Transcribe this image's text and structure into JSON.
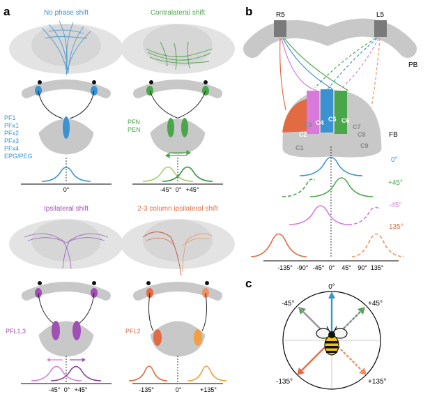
{
  "colors": {
    "blue": "#3a93d0",
    "green": "#4aa64a",
    "purple": "#a04fb5",
    "pink": "#d77ad9",
    "orange": "#e26b43",
    "orange_light": "#f19062",
    "gray_block": "#c8c8c8",
    "dark_block": "#7a7a7a",
    "brain": "#e3e3e3"
  },
  "panel_a": {
    "label": "a",
    "subpanels": [
      {
        "title": "No phase shift",
        "color": "#3a93d0",
        "neurons": [
          "PF1",
          "PFx1",
          "PFx2",
          "PFx3",
          "PFx4",
          "EPG/PEG"
        ],
        "ticks": [
          "0°"
        ]
      },
      {
        "title": "Contralateral shift",
        "color": "#4aa64a",
        "neurons": [
          "PFN",
          "PEN"
        ],
        "ticks": [
          "-45°",
          "0°",
          "+45°"
        ]
      },
      {
        "title": "Ipsilateral shift",
        "color": "#a04fb5",
        "neurons": [
          "PFL1,3"
        ],
        "ticks": [
          "-45°",
          "0°",
          "+45°"
        ]
      },
      {
        "title": "2-3 column ipsilateral shift",
        "color": "#e26b43",
        "neurons": [
          "PFL2"
        ],
        "ticks": [
          "-135°",
          "0°",
          "+135°"
        ]
      }
    ]
  },
  "panel_b": {
    "label": "b",
    "pb_left": "R5",
    "pb_right": "L5",
    "pb_label": "PB",
    "fb_label": "FB",
    "columns": [
      "C1",
      "C2",
      "C3",
      "C4",
      "C5",
      "C6",
      "C7",
      "C8",
      "C9"
    ],
    "curve_labels": [
      "0°",
      "+45°",
      "-45°",
      "135°"
    ],
    "axis_ticks": [
      "-135°",
      "-90°",
      "-45°",
      "0°",
      "45°",
      "90°",
      "135°"
    ]
  },
  "panel_c": {
    "label": "c",
    "directions": [
      "0°",
      "+45°",
      "-45°",
      "+135°",
      "-135°"
    ]
  }
}
